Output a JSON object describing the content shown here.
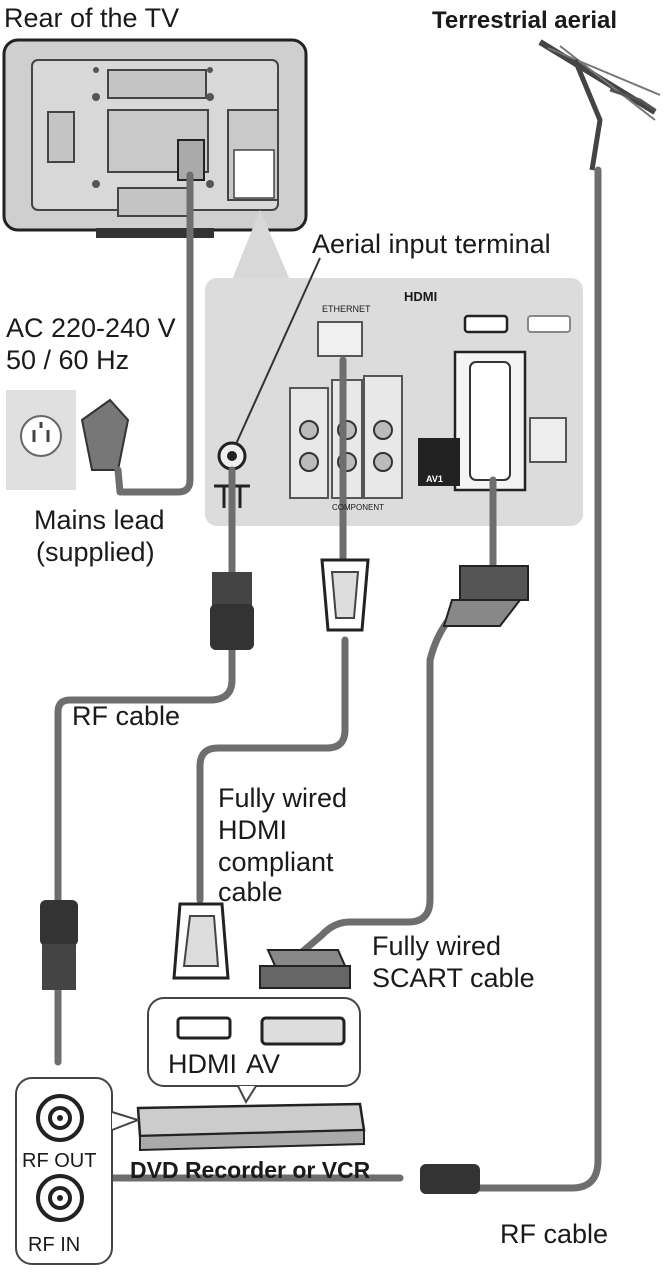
{
  "labels": {
    "rear_tv": "Rear of the TV",
    "terrestrial_aerial": "Terrestrial aerial",
    "aerial_input": "Aerial input terminal",
    "ac_voltage": "AC 220-240 V",
    "ac_freq": "50 / 60 Hz",
    "mains_lead_1": "Mains lead",
    "mains_lead_2": "(supplied)",
    "rf_cable_left": "RF cable",
    "hdmi_cable_1": "Fully wired",
    "hdmi_cable_2": "HDMI",
    "hdmi_cable_3": "compliant",
    "hdmi_cable_4": "cable",
    "scart_cable_1": "Fully wired",
    "scart_cable_2": "SCART cable",
    "dvd_hdmi": "HDMI",
    "dvd_av": "AV",
    "rf_out": "RF OUT",
    "rf_in": "RF IN",
    "dvd_recorder": "DVD Recorder or VCR",
    "rf_cable_bottom": "RF cable",
    "panel_hdmi": "HDMI",
    "panel_ethernet": "ETHERNET",
    "panel_av1": "AV1",
    "panel_component": "COMPONENT"
  },
  "colors": {
    "cable": "#6e6e6e",
    "device_fill": "#d6d6d6",
    "panel_fill": "#dcdcdc",
    "outline": "#222222"
  }
}
